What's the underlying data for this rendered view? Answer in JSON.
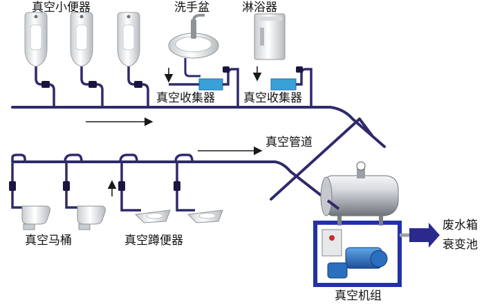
{
  "labels": {
    "urinals": "真空小便器",
    "wash_basin": "洗手盆",
    "shower": "淋浴器",
    "collector_1": "真空收集器",
    "collector_2": "真空收集器",
    "vacuum_pipe": "真空管道",
    "vacuum_toilet": "真空马桶",
    "squat_toilet": "真空蹲便器",
    "vacuum_unit": "真空机组",
    "outlet_line1": "废水箱",
    "outlet_line2": "衰变池"
  },
  "colors": {
    "pipe": "#2e2a6b",
    "pipe_dark": "#1a1640",
    "collector": "#3aa0d8",
    "frame": "#2330a8",
    "pump": "#2a6fc0",
    "tank": "#c8ccd2",
    "ceramic": "#eef0f0",
    "outlet_arrow": "#2a2a8c"
  }
}
